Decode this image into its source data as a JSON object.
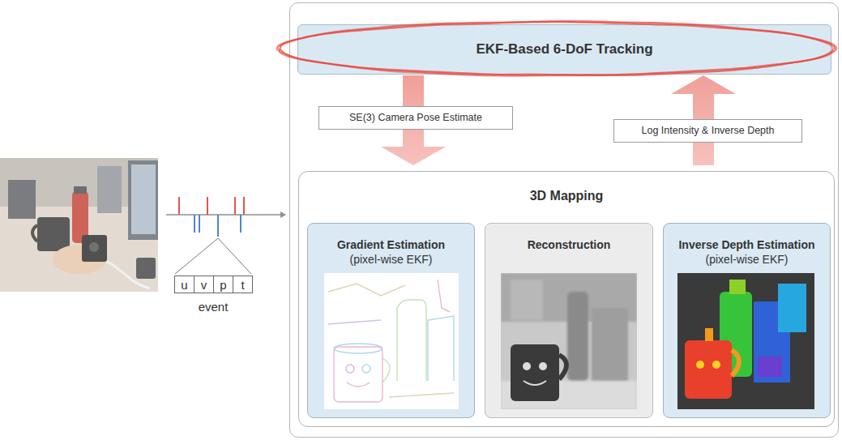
{
  "diagram": {
    "nodes": [
      {
        "text": [
          "EKF-Based 6-DoF Tracking"
        ]
      },
      {
        "text": [
          "SE(3) Camera Pose Estimate"
        ]
      },
      {
        "text": [
          "Log Intensity & Inverse Depth"
        ]
      },
      {
        "text": [
          "3D Mapping"
        ]
      },
      {
        "text": [
          "Gradient Estimation",
          "(pixel-wise EKF)"
        ],
        "in": 3
      },
      {
        "text": [
          "Reconstruction"
        ],
        "in": 3
      },
      {
        "text": [
          "Inverse Depth Estimation",
          "(pixel-wise EKF)"
        ],
        "in": 3
      }
    ],
    "edges": [
      {
        "from": 0,
        "to": 3,
        "arrow": "to"
      },
      {
        "from": 3,
        "to": 0,
        "arrow": "to"
      }
    ],
    "labels": [
      "u",
      "v",
      "p",
      "t",
      "event"
    ]
  }
}
